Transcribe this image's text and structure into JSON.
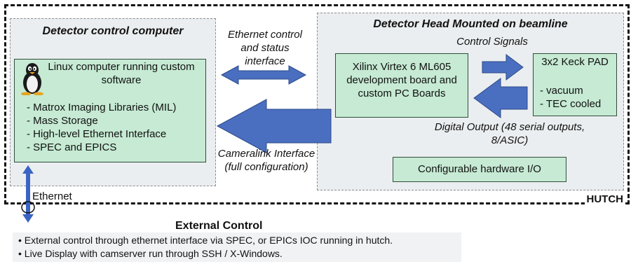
{
  "hutch": {
    "label": "HUTCH"
  },
  "computer_panel": {
    "title": "Detector control computer",
    "linux_box": {
      "title": "Linux computer running custom software",
      "items": [
        "Matrox Imaging Libraries (MIL)",
        "Mass Storage",
        "High-level Ethernet Interface",
        "SPEC and EPICS"
      ]
    }
  },
  "detector_panel": {
    "title": "Detector Head Mounted on beamline",
    "fpga_box": {
      "text": "Xilinx Virtex 6 ML605 development board and custom PC Boards"
    },
    "keck_box": {
      "title": "3x2 Keck PAD",
      "items": [
        "vacuum",
        "TEC cooled"
      ]
    },
    "io_box": {
      "text": "Configurable hardware I/O"
    },
    "control_signals_label": "Control Signals",
    "digital_output_label": "Digital Output (48 serial outputs, 8/ASIC)"
  },
  "links": {
    "ethernet_control_label": "Ethernet control and status interface",
    "cameralink_label": "Cameralink Interface (full configuration)",
    "ethernet_label": "Ethernet"
  },
  "external": {
    "title": "External Control",
    "notes": [
      "External control through ethernet interface via SPEC, or EPICs IOC running in hutch.",
      "Live Display with camserver run through SSH / X-Windows."
    ]
  },
  "colors": {
    "arrow_blue": "#4a6fc0",
    "green_fill": "#c6ead3",
    "panel_fill": "#ebeef0"
  },
  "icons": {
    "linux": "tux-penguin-icon"
  }
}
